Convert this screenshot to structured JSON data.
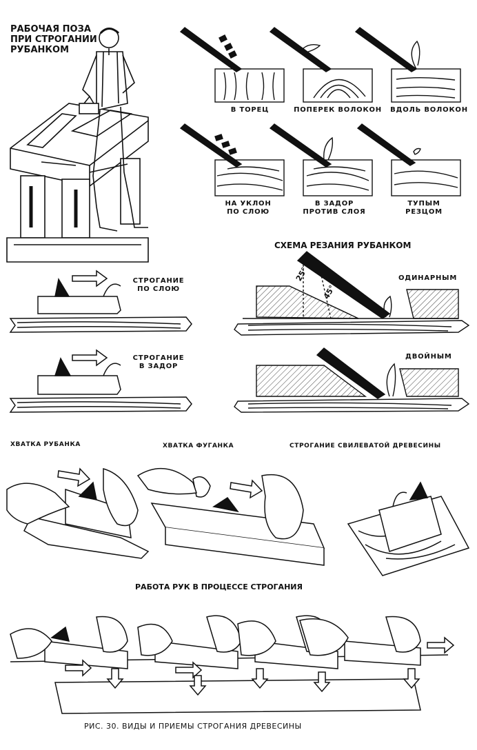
{
  "labels": {
    "working_pose": "РАБОЧАЯ ПОЗА\nПРИ СТРОГАНИИ\nРУБАНКОМ",
    "end_grain": "В ТОРЕЦ",
    "across_grain": "ПОПЕРЕК ВОЛОКОН",
    "along_grain": "ВДОЛЬ ВОЛОКОН",
    "slope_with_layer": "НА УКЛОН\nПО СЛОЮ",
    "against_layer": "В ЗАДОР\nПРОТИВ СЛОЯ",
    "dull_cutter": "ТУПЫМ\nРЕЗЦОМ",
    "cutting_scheme": "СХЕМА РЕЗАНИЯ РУБАНКОМ",
    "angle_25": "25°",
    "angle_45": "45°",
    "single": "ОДИНАРНЫМ",
    "double": "ДВОЙНЫМ",
    "planing_with_layer": "СТРОГАНИЕ\nПО СЛОЮ",
    "planing_against": "СТРОГАНИЕ\nВ ЗАДОР",
    "grip_plane": "ХВАТКА РУБАНКА",
    "grip_jointer": "ХВАТКА ФУГАНКА",
    "planing_twisted": "СТРОГАНИЕ СВИЛЕВАТОЙ ДРЕВЕСИНЫ",
    "hands_work": "РАБОТА РУК В ПРОЦЕССЕ СТРОГАНИЯ",
    "caption": "РИС. 30. ВИДЫ И ПРИЕМЫ СТРОГАНИЯ ДРЕВЕСИНЫ"
  },
  "icons": [
    "worker-figure",
    "workbench-icon",
    "chisel-icon",
    "wood-block-icon",
    "hand-plane-icon",
    "jointer-icon",
    "hand-icon",
    "arrow-right-icon",
    "arrow-down-icon"
  ],
  "colors": {
    "ink": "#111111",
    "paper": "#ffffff"
  }
}
